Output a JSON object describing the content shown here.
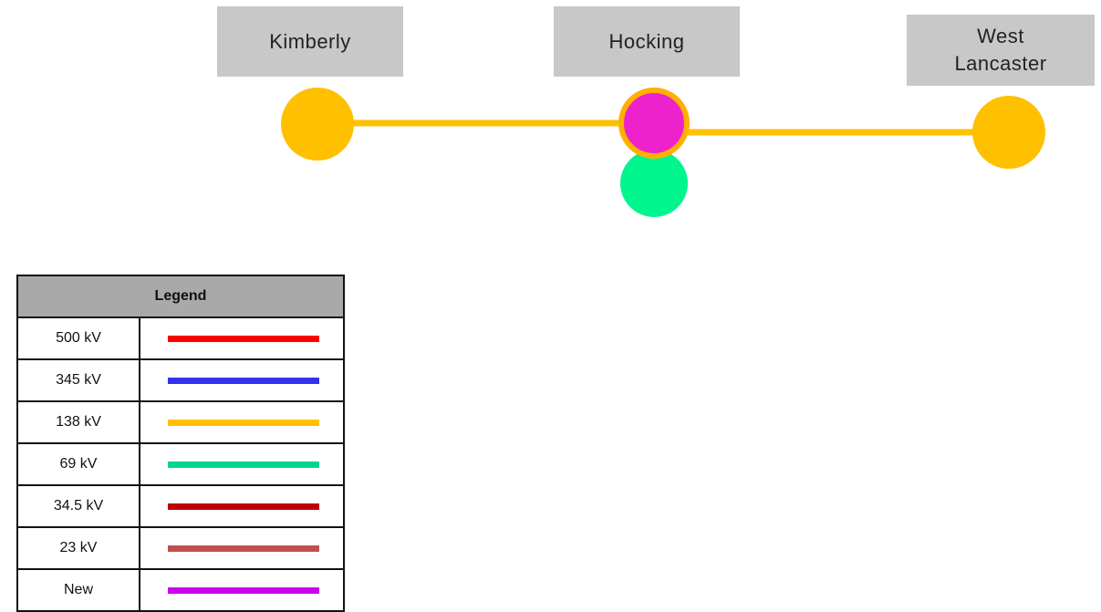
{
  "stations": [
    {
      "id": "kimberly",
      "label": "Kimberly"
    },
    {
      "id": "hocking",
      "label": "Hocking"
    },
    {
      "id": "west-lancaster",
      "label": "West\nLancaster"
    }
  ],
  "lines": [
    {
      "from": "kimberly",
      "to": "hocking",
      "voltage": "138 kV",
      "color": "#FFC000"
    },
    {
      "from": "hocking",
      "to": "west-lancaster",
      "voltage": "138 kV",
      "color": "#FFC000"
    }
  ],
  "nodes": {
    "kimberly_color": "#FFC000",
    "hocking_color": "#EE22CC",
    "hocking_ring_color": "#FFB000",
    "hocking_69kv_color": "#00F58C",
    "west_lancaster_color": "#FFC000"
  },
  "legend": {
    "title": "Legend",
    "items": [
      {
        "label": "500 kV",
        "color": "#FF0000"
      },
      {
        "label": "345 kV",
        "color": "#3333EE"
      },
      {
        "label": "138 kV",
        "color": "#FFC000"
      },
      {
        "label": "69 kV",
        "color": "#00D68F"
      },
      {
        "label": "34.5 kV",
        "color": "#C00000"
      },
      {
        "label": "23 kV",
        "color": "#C0504D"
      },
      {
        "label": "New",
        "color": "#CC00EE"
      }
    ]
  }
}
